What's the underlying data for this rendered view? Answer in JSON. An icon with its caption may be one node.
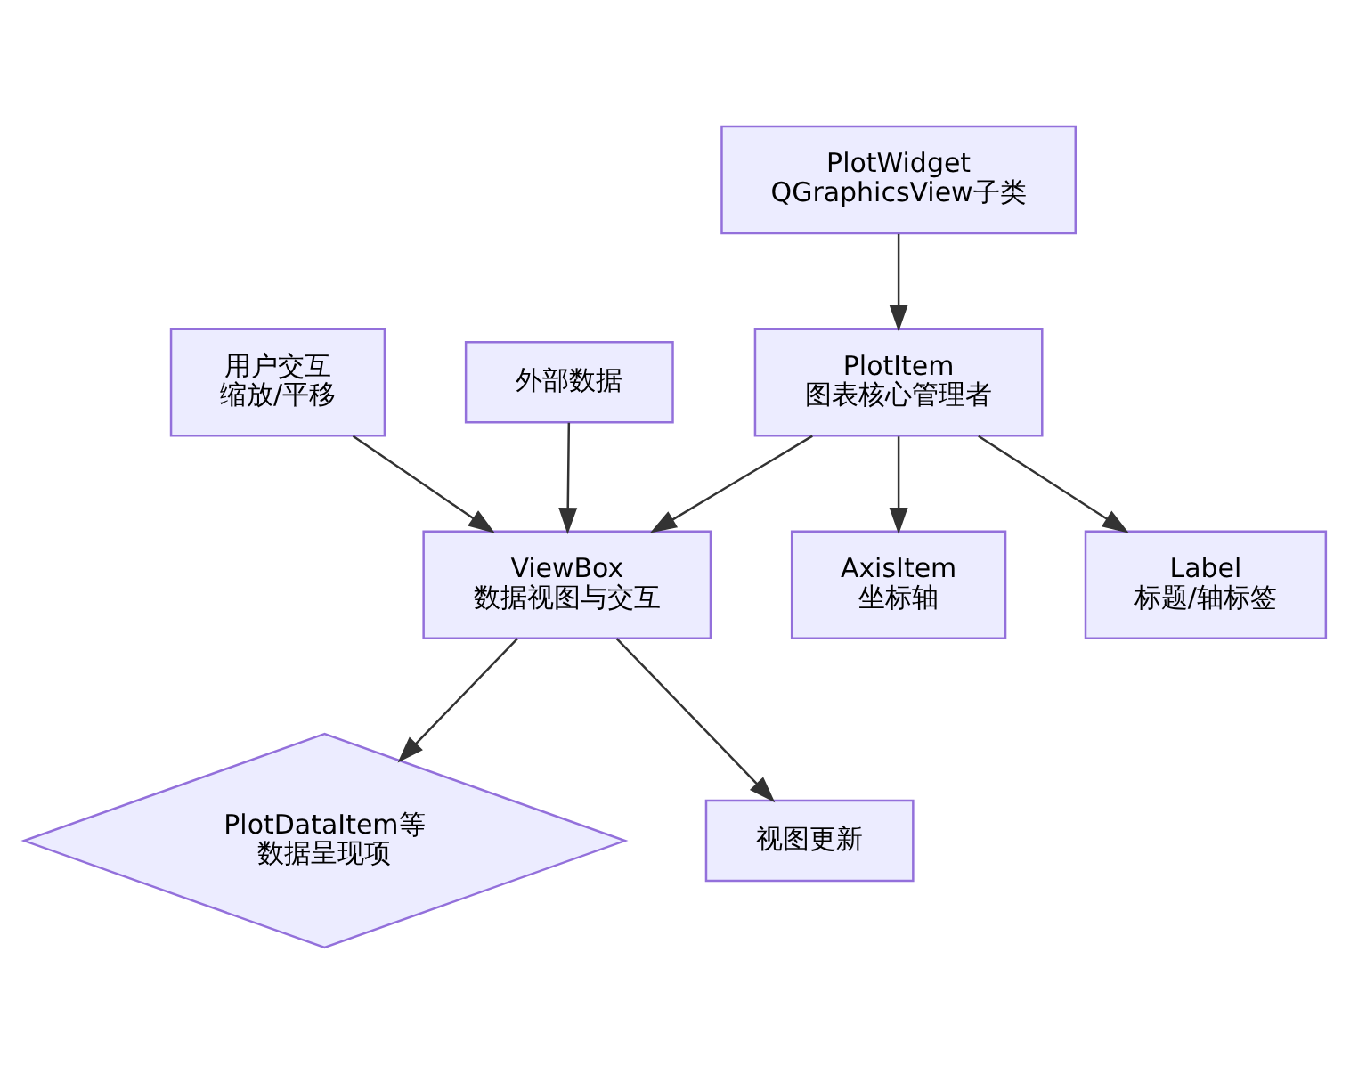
{
  "diagram": {
    "nodes": [
      {
        "text": [
          "PlotWidget",
          "QGraphicsView子类"
        ]
      },
      {
        "text": [
          "用户交互",
          "缩放/平移"
        ]
      },
      {
        "text": [
          "外部数据"
        ]
      },
      {
        "text": [
          "PlotItem",
          "图表核心管理者"
        ]
      },
      {
        "text": [
          "ViewBox",
          "数据视图与交互"
        ]
      },
      {
        "text": [
          "AxisItem",
          "坐标轴"
        ]
      },
      {
        "text": [
          "Label",
          "标题/轴标签"
        ]
      },
      {
        "text": [
          "PlotDataItem等",
          "数据呈现项"
        ]
      },
      {
        "text": [
          "视图更新"
        ]
      }
    ],
    "edges": [
      {
        "from": 0,
        "to": 3,
        "arrow": "to"
      },
      {
        "from": 1,
        "to": 4,
        "arrow": "to"
      },
      {
        "from": 2,
        "to": 4,
        "arrow": "to"
      },
      {
        "from": 3,
        "to": 4,
        "arrow": "to"
      },
      {
        "from": 3,
        "to": 5,
        "arrow": "to"
      },
      {
        "from": 3,
        "to": 6,
        "arrow": "to"
      },
      {
        "from": 4,
        "to": 7,
        "arrow": "to"
      },
      {
        "from": 4,
        "to": 8,
        "arrow": "to"
      }
    ]
  }
}
